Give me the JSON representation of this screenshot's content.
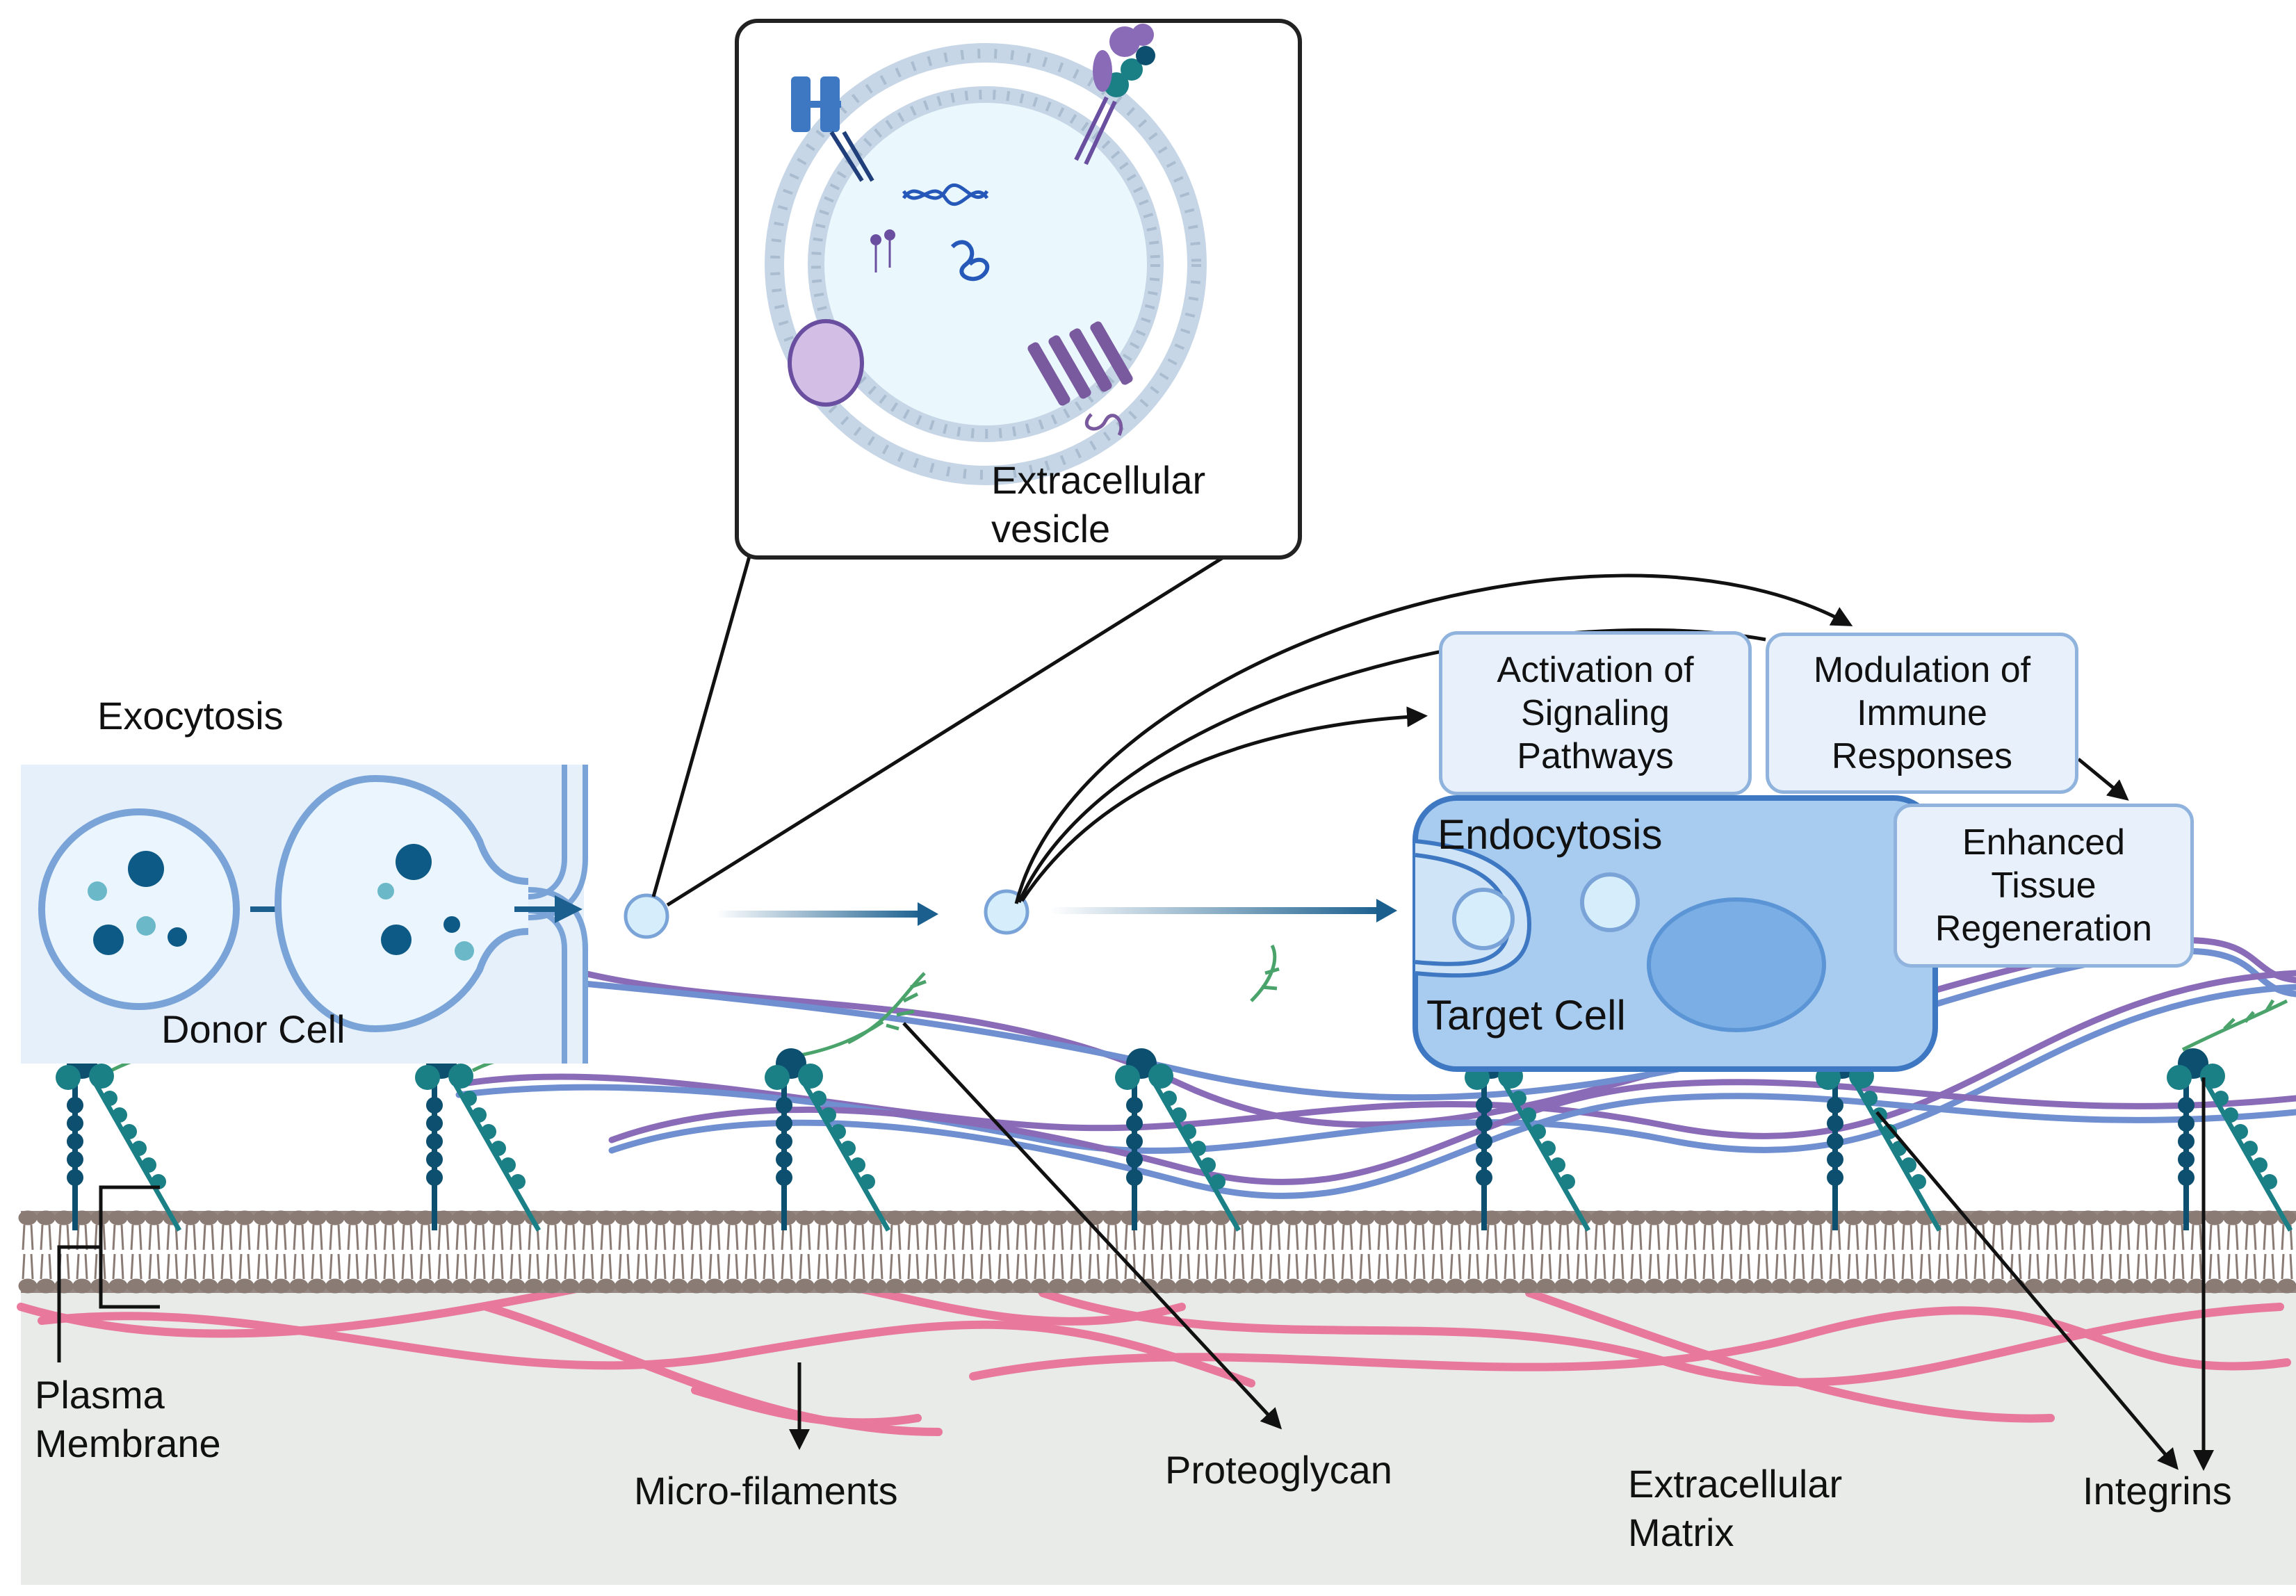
{
  "labels": {
    "exocytosis": "Exocytosis",
    "donor_cell": "Donor Cell",
    "ev_line1": "Extracellular",
    "ev_line2": "vesicle",
    "endocytosis": "Endocytosis",
    "target_cell": "Target Cell",
    "plasma_line1": "Plasma",
    "plasma_line2": "Membrane",
    "microfilaments": "Micro-filaments",
    "proteoglycan": "Proteoglycan",
    "ecm_line1": "Extracellular",
    "ecm_line2": "Matrix",
    "integrins": "Integrins"
  },
  "effects": [
    {
      "line1": "Activation of",
      "line2": "Signaling",
      "line3": "Pathways"
    },
    {
      "line1": "Modulation of",
      "line2": "Immune",
      "line3": "Responses"
    },
    {
      "line1": "Enhanced",
      "line2": "Tissue",
      "line3": "Regeneration"
    }
  ],
  "colors": {
    "cell_fill": "#a8cbf0",
    "cell_stroke": "#3f78c2",
    "cargo_dark": "#0e5a86",
    "cargo_light": "#6bb8c8",
    "arrow_blue": "#1a5f8e",
    "membrane_brown": "#8a7b74",
    "microfilament_pink": "#e8658f",
    "collagen_purple": "#8a6bb8",
    "collagen_blue": "#6f8fd0",
    "integrin_teal": "#1b7f86",
    "integrin_dark": "#0c4f6e",
    "ecm_floor": "#e8ebe7",
    "box_fill": "#e8f1fb",
    "box_stroke": "#8fb3dc"
  }
}
